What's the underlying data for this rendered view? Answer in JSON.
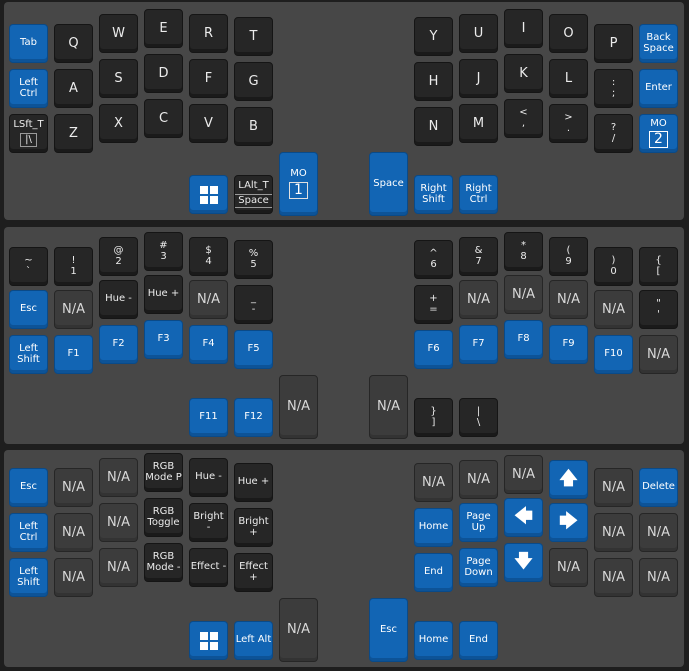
{
  "layer0": {
    "left": {
      "tab": "Tab",
      "left_ctrl": "Left Ctrl",
      "lsft_t": "LSft_T",
      "lsft_t_sub": "|\\",
      "q": "Q",
      "a": "A",
      "z": "Z",
      "w": "W",
      "s": "S",
      "x": "X",
      "e": "E",
      "d": "D",
      "c": "C",
      "r": "R",
      "f": "F",
      "v": "V",
      "t": "T",
      "g": "G",
      "b": "B",
      "lalt_t": "LAlt_T",
      "lalt_t_sub": "Space",
      "mo1": "MO",
      "mo1_num": "1"
    },
    "right": {
      "space": "Space",
      "right_shift": "Right Shift",
      "right_ctrl": "Right Ctrl",
      "y": "Y",
      "h": "H",
      "n": "N",
      "u": "U",
      "j": "J",
      "m": "M",
      "i": "I",
      "k": "K",
      "comma_top": "<",
      "comma_bot": ",",
      "o": "O",
      "l": "L",
      "dot_top": ">",
      "dot_bot": ".",
      "p": "P",
      "semi_top": ":",
      "semi_bot": ";",
      "slash_top": "?",
      "slash_bot": "/",
      "backspace": "Back Space",
      "enter": "Enter",
      "mo2": "MO",
      "mo2_num": "2"
    }
  },
  "layer1": {
    "tilde_top": "~",
    "tilde_bot": "`",
    "excl_top": "!",
    "excl_bot": "1",
    "at_top": "@",
    "at_bot": "2",
    "hash_top": "#",
    "hash_bot": "3",
    "dollar_top": "$",
    "dollar_bot": "4",
    "pct_top": "%",
    "pct_bot": "5",
    "esc": "Esc",
    "na": "N/A",
    "hue_minus": "Hue -",
    "hue_plus": "Hue +",
    "under_top": "_",
    "under_bot": "-",
    "left_shift": "Left Shift",
    "f1": "F1",
    "f2": "F2",
    "f3": "F3",
    "f4": "F4",
    "f5": "F5",
    "f11": "F11",
    "f12": "F12",
    "caret_top": "^",
    "caret_bot": "6",
    "amp_top": "&",
    "amp_bot": "7",
    "star_top": "*",
    "star_bot": "8",
    "lpar_top": "(",
    "lpar_bot": "9",
    "rpar_top": ")",
    "rpar_bot": "0",
    "lbrace_top": "{",
    "lbrace_bot": "[",
    "plus_top": "+",
    "plus_bot": "=",
    "quote_top": "\"",
    "quote_bot": "'",
    "f6": "F6",
    "f7": "F7",
    "f8": "F8",
    "f9": "F9",
    "f10": "F10",
    "rbrace_top": "}",
    "rbrace_bot": "]",
    "pipe_top": "|",
    "pipe_bot": "\\"
  },
  "layer2": {
    "esc": "Esc",
    "left_ctrl": "Left Ctrl",
    "left_shift": "Left Shift",
    "na": "N/A",
    "rgb_mode_p": "RGB Mode P",
    "rgb_toggle": "RGB Toggle",
    "rgb_mode_m": "RGB Mode -",
    "hue_minus": "Hue -",
    "hue_plus": "Hue +",
    "bright_minus": "Bright -",
    "bright_plus": "Bright +",
    "effect_minus": "Effect -",
    "effect_plus": "Effect +",
    "left_alt": "Left Alt",
    "home": "Home",
    "end": "End",
    "page_up": "Page Up",
    "page_down": "Page Down",
    "delete": "Delete",
    "thumb_esc": "Esc",
    "thumb_home": "Home",
    "thumb_end": "End",
    "up": "🡅",
    "left": "🡄",
    "right": "🡆",
    "down": "🡇"
  }
}
